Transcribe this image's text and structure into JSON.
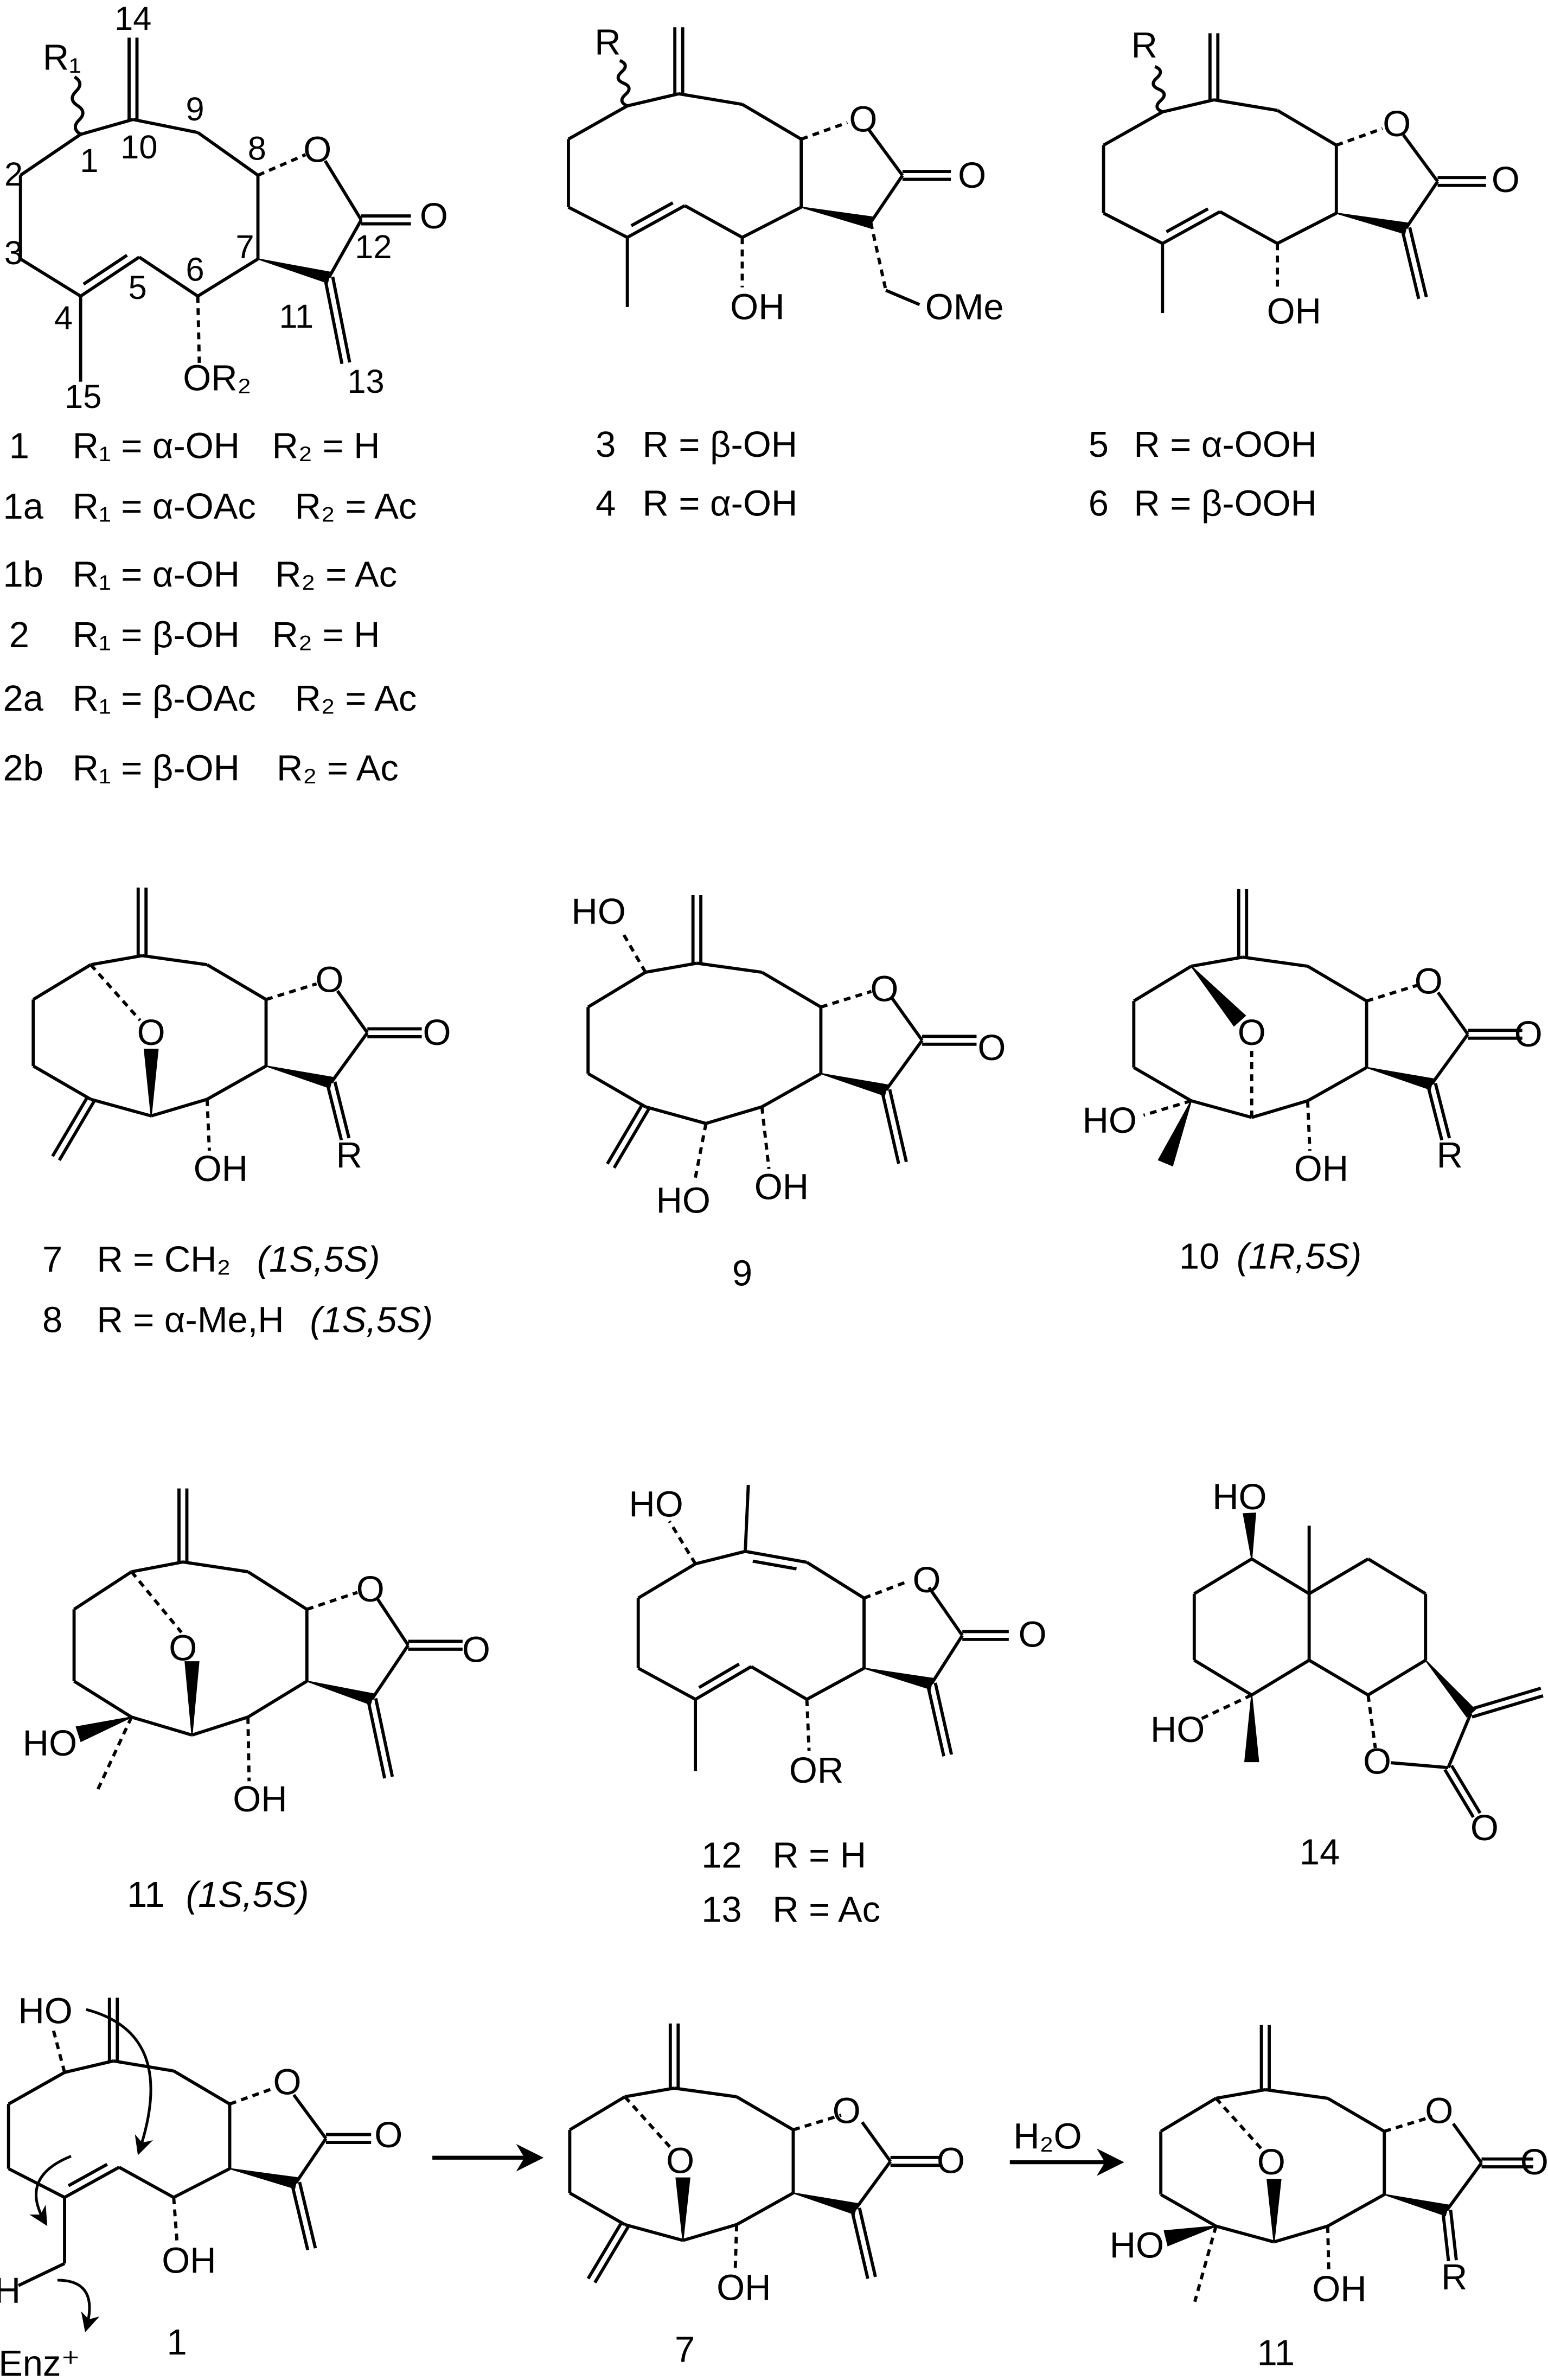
{
  "structures": {
    "c1": {
      "substituent_top": "R₁",
      "ring_oxygen": "O",
      "carbonyl_oxygen": "O",
      "substituent_bottom": "OR₂",
      "numbering": [
        "14",
        "1",
        "10",
        "9",
        "8",
        "2",
        "3",
        "7",
        "6",
        "5",
        "4",
        "11",
        "12",
        "13",
        "15"
      ],
      "compounds": [
        {
          "id": "1",
          "r1": "R₁ = α-OH",
          "r2": "R₂ = H"
        },
        {
          "id": "1a",
          "r1": "R₁ = α-OAc",
          "r2": "R₂ = Ac"
        },
        {
          "id": "1b",
          "r1": "R₁ = α-OH",
          "r2": "R₂ = Ac"
        },
        {
          "id": "2",
          "r1": "R₁ = β-OH",
          "r2": "R₂ = H"
        },
        {
          "id": "2a",
          "r1": "R₁ = β-OAc",
          "r2": "R₂ = Ac"
        },
        {
          "id": "2b",
          "r1": "R₁ = β-OH",
          "r2": "R₂ = Ac"
        }
      ]
    },
    "c3": {
      "substituent_top": "R",
      "ring_oxygen": "O",
      "carbonyl_oxygen": "O",
      "hydroxyl": "OH",
      "methoxy": "OMe",
      "compounds": [
        {
          "id": "3",
          "text": "R = β-OH"
        },
        {
          "id": "4",
          "text": "R = α-OH"
        }
      ]
    },
    "c5": {
      "substituent_top": "R",
      "ring_oxygen": "O",
      "carbonyl_oxygen": "O",
      "hydroxyl": "OH",
      "compounds": [
        {
          "id": "5",
          "text": "R = α-OOH"
        },
        {
          "id": "6",
          "text": "R = β-OOH"
        }
      ]
    },
    "c7": {
      "bridge_oxygen": "O",
      "ring_oxygen": "O",
      "carbonyl_oxygen": "O",
      "hydroxyl": "OH",
      "substituent": "R",
      "compounds": [
        {
          "id": "7",
          "text": "R = CH₂",
          "config": "(1S,5S)"
        },
        {
          "id": "8",
          "text": "R = α-Me,H",
          "config": "(1S,5S)"
        }
      ]
    },
    "c9": {
      "hydroxyl_top": "HO",
      "ring_oxygen": "O",
      "carbonyl_oxygen": "O",
      "hydroxyl_bottom_left": "HO",
      "hydroxyl_bottom_right": "OH",
      "id": "9"
    },
    "c10": {
      "bridge_oxygen": "O",
      "ring_oxygen": "O",
      "carbonyl_oxygen": "O",
      "hydroxyl_left": "HO",
      "hydroxyl": "OH",
      "substituent": "R",
      "id": "10",
      "config": "(1R,5S)"
    },
    "c11": {
      "bridge_oxygen": "O",
      "ring_oxygen": "O",
      "carbonyl_oxygen": "O",
      "hydroxyl_left": "HO",
      "hydroxyl": "OH",
      "id": "11",
      "config": "(1S,5S)"
    },
    "c12": {
      "hydroxyl_top": "HO",
      "ring_oxygen": "O",
      "carbonyl_oxygen": "O",
      "ester": "OR",
      "compounds": [
        {
          "id": "12",
          "text": "R = H"
        },
        {
          "id": "13",
          "text": "R = Ac"
        }
      ]
    },
    "c14": {
      "hydroxyl_top": "HO",
      "hydroxyl_left": "HO",
      "ring_oxygen": "O",
      "carbonyl_oxygen": "O",
      "id": "14"
    }
  },
  "scheme": {
    "start": {
      "hydroxyl_top": "HO",
      "ring_oxygen": "O",
      "carbonyl_oxygen": "O",
      "hydroxyl": "OH",
      "hydrogen": "H",
      "enzyme": "Enz⁺",
      "id": "1"
    },
    "intermediate": {
      "bridge_oxygen": "O",
      "ring_oxygen": "O",
      "carbonyl_oxygen": "O",
      "hydroxyl": "OH",
      "id": "7"
    },
    "reagent": "H₂O",
    "product": {
      "bridge_oxygen": "O",
      "ring_oxygen": "O",
      "carbonyl_oxygen": "O",
      "hydroxyl_left": "HO",
      "hydroxyl": "OH",
      "substituent": "R",
      "id": "11"
    }
  }
}
